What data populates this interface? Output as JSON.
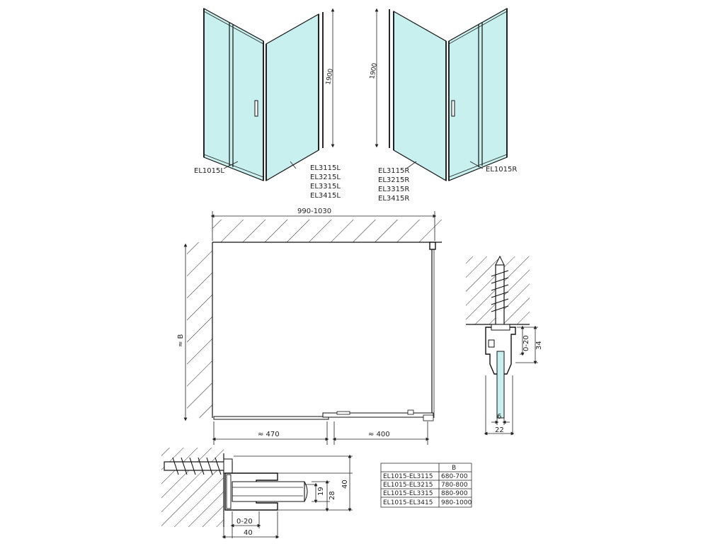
{
  "left_view": {
    "door_label": "EL1015L",
    "panel_labels": [
      "EL3115L",
      "EL3215L",
      "EL3315L",
      "EL3415L"
    ],
    "height_label": "1900"
  },
  "right_view": {
    "door_label": "EL1015R",
    "panel_labels": [
      "EL3115R",
      "EL3215R",
      "EL3315R",
      "EL3415R"
    ],
    "height_label": "1900"
  },
  "plan": {
    "width_label": "990-1030",
    "depth_label": "≈ B",
    "fixed_label": "≈ 470",
    "door_label": "≈ 400"
  },
  "wall_detail": {
    "adjust_label": "0-20",
    "depth_label": "34",
    "glass_label": "6",
    "width_label": "22"
  },
  "bottom_detail": {
    "d19": "19",
    "d28": "28",
    "d40v": "40",
    "adjust": "0-20",
    "d40h": "40"
  },
  "table": {
    "headers": [
      "",
      "B"
    ],
    "rows": [
      [
        "EL1015-EL3115",
        "680-700"
      ],
      [
        "EL1015-EL3215",
        "780-800"
      ],
      [
        "EL1015-EL3315",
        "880-900"
      ],
      [
        "EL1015-EL3415",
        "980-1000"
      ]
    ]
  },
  "colors": {
    "glass": "#c8f0ef",
    "line": "#111111"
  }
}
